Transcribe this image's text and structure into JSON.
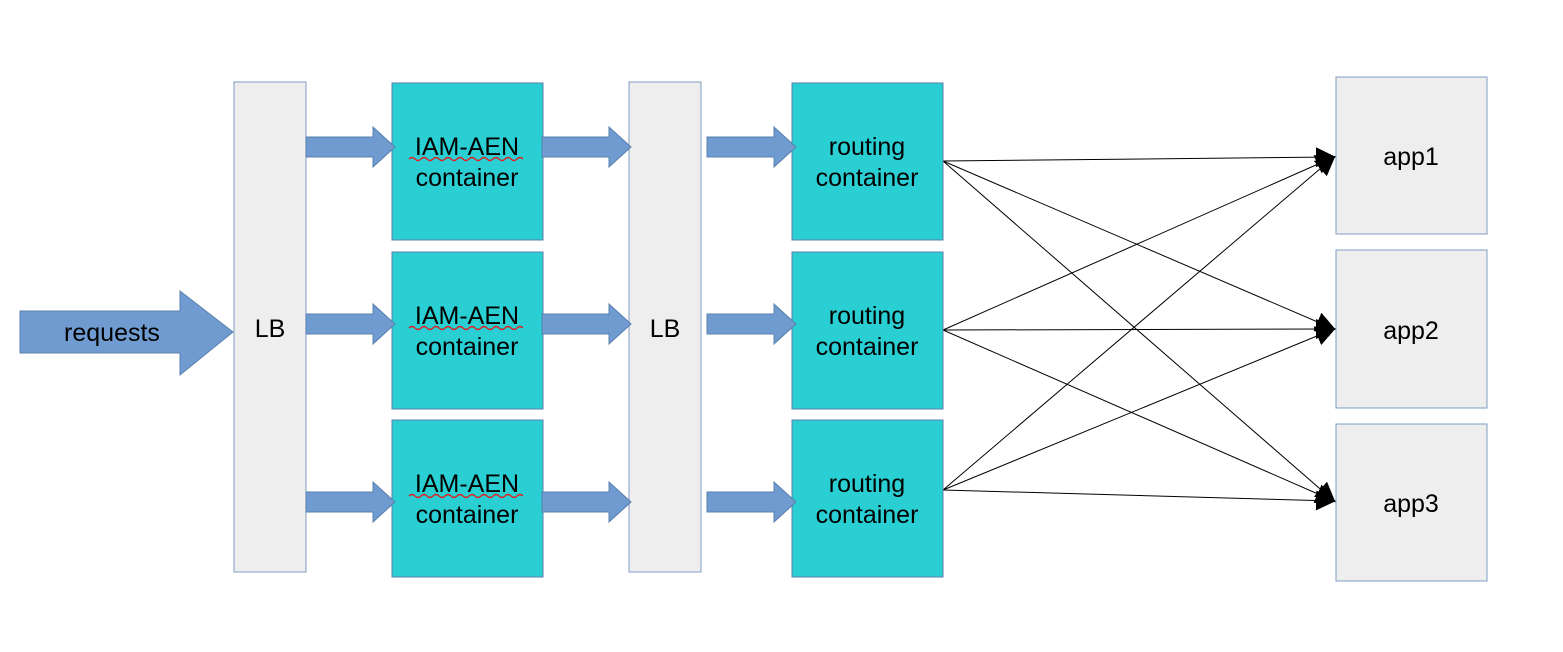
{
  "requests_label": "requests",
  "lb_label": "LB",
  "iam_nodes": [
    {
      "line1": "IAM-AEN",
      "line2": "container"
    },
    {
      "line1": "IAM-AEN",
      "line2": "container"
    },
    {
      "line1": "IAM-AEN",
      "line2": "container"
    }
  ],
  "routing_nodes": [
    {
      "line1": "routing",
      "line2": "container"
    },
    {
      "line1": "routing",
      "line2": "container"
    },
    {
      "line1": "routing",
      "line2": "container"
    }
  ],
  "apps": [
    {
      "label": "app1"
    },
    {
      "label": "app2"
    },
    {
      "label": "app3"
    }
  ],
  "colors": {
    "container_fill": "#2ACFD3",
    "container_stroke": "#5B7FA8",
    "lb_fill": "#EEEEEE",
    "lb_stroke": "#7F9FC3",
    "arrow_fill": "#6F9BD0",
    "arrow_stroke": "#5A80AE",
    "app_fill": "#EEEEEE",
    "app_stroke": "#7F9FC3"
  }
}
